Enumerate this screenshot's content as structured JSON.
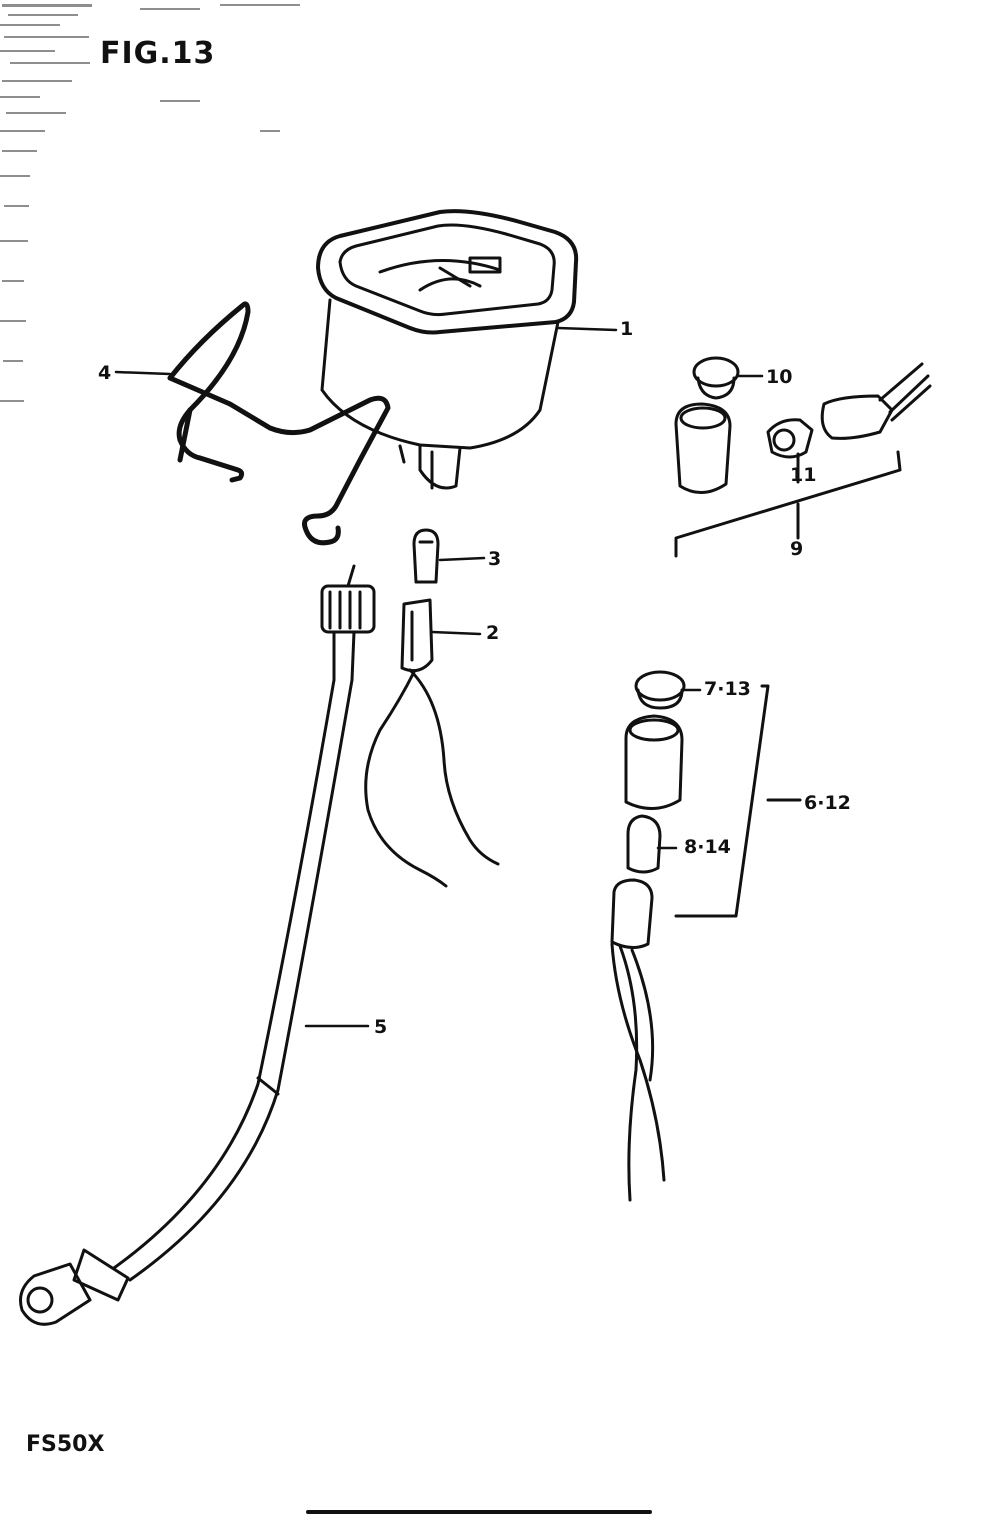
{
  "figure": {
    "title": "FIG.13",
    "model": "FS50X"
  },
  "callouts": [
    {
      "id": "c1",
      "label": "1"
    },
    {
      "id": "c2",
      "label": "2"
    },
    {
      "id": "c3",
      "label": "3"
    },
    {
      "id": "c4",
      "label": "4"
    },
    {
      "id": "c5",
      "label": "5"
    },
    {
      "id": "c6",
      "label": "6·12"
    },
    {
      "id": "c7",
      "label": "7·13"
    },
    {
      "id": "c8",
      "label": "8·14"
    },
    {
      "id": "c9",
      "label": "9"
    },
    {
      "id": "c10",
      "label": "10"
    },
    {
      "id": "c11",
      "label": "11"
    }
  ],
  "colors": {
    "ink": "#111111",
    "paper": "#ffffff"
  }
}
